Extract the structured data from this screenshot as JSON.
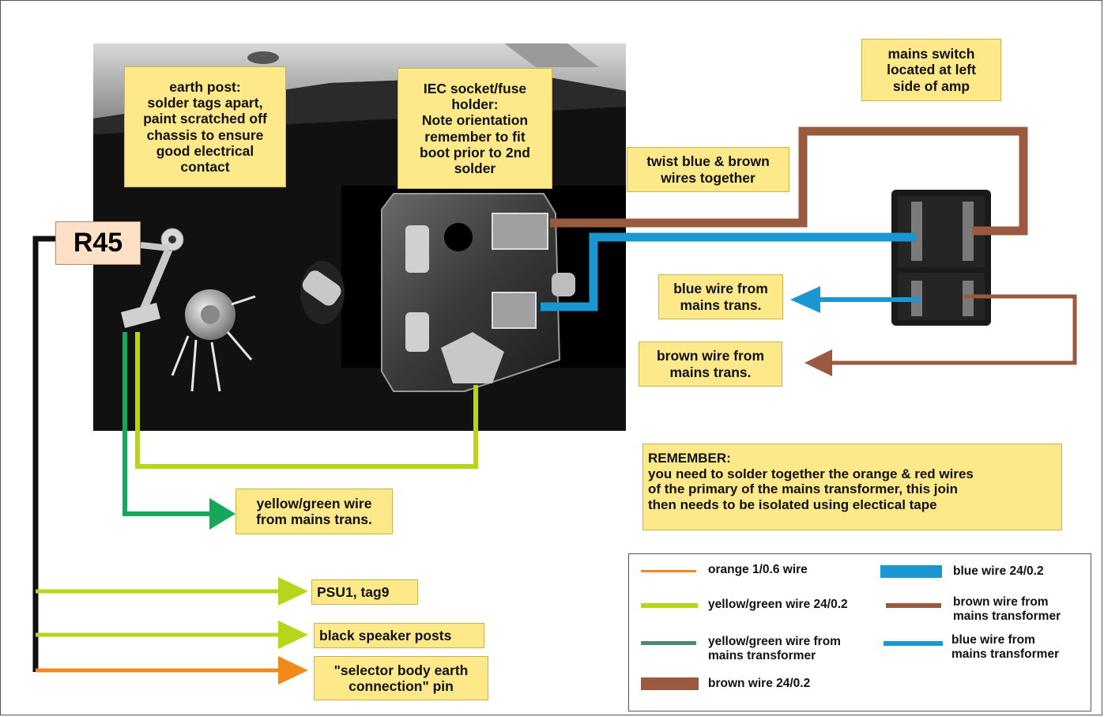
{
  "labels": {
    "earth_post": "earth post:\nsolder tags apart,\npaint scratched off\nchassis to ensure\ngood electrical\ncontact",
    "iec_socket": "IEC socket/fuse\nholder:\nNote orientation\nremember to fit\nboot prior to 2nd\nsolder",
    "mains_switch": "mains switch\nlocated at left\nside of amp",
    "twist_wires": "twist blue & brown\nwires together",
    "blue_wire": "blue wire from\nmains trans.",
    "brown_wire": "brown wire from\nmains trans.",
    "yellow_green_wire": "yellow/green wire\nfrom mains trans.",
    "psu1": "PSU1, tag9",
    "speaker_posts": "black speaker posts",
    "selector_body": "\"selector body earth\nconnection\" pin",
    "r45": "R45",
    "remember": "REMEMBER:\nyou need to solder together the orange & red wires\n of the primary of the mains transformer, this join\n then needs to be isolated using electical tape"
  },
  "legend": [
    {
      "label": "orange 1/0.6 wire",
      "color": "#f08a1c",
      "style": "thin"
    },
    {
      "label": "blue wire 24/0.2",
      "color": "#1a96d2",
      "style": "thick"
    },
    {
      "label": "yellow/green wire 24/0.2",
      "color": "#b5d61b",
      "style": "medium"
    },
    {
      "label": "brown wire from\nmains  transformer",
      "color": "#9a5a40",
      "style": "medium"
    },
    {
      "label": "yellow/green wire from\nmains transformer",
      "color": "#4d8a6e",
      "style": "medium"
    },
    {
      "label": "blue wire from\nmains transformer",
      "color": "#1a96d2",
      "style": "medium"
    },
    {
      "label": "brown wire 24/0.2",
      "color": "#9a5a40",
      "style": "thick"
    }
  ],
  "colors": {
    "yellow_green": "#b5d61b",
    "green": "#15a85a",
    "orange": "#f08a1c",
    "blue": "#1a96d2",
    "brown": "#9a5a40",
    "black": "#111111",
    "note_bg": "#fde98a"
  }
}
